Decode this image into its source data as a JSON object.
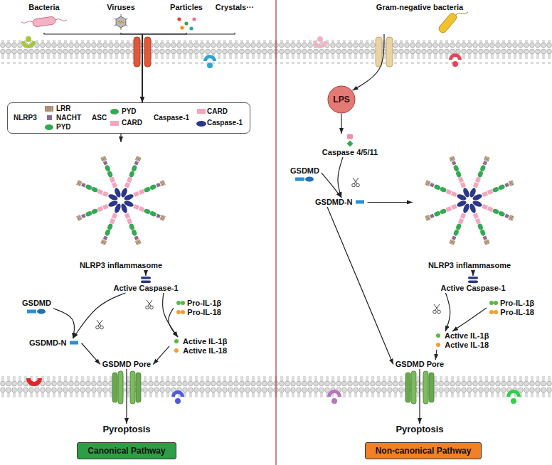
{
  "diagram": {
    "nodes": [
      {
        "text": [
          "Bacteria"
        ]
      },
      {
        "text": [
          "Viruses"
        ]
      },
      {
        "text": [
          "Particles"
        ]
      },
      {
        "text": [
          "Crystals···"
        ]
      },
      {
        "text": [
          "NLRP3",
          "LRR",
          "NACHT",
          "PYD",
          "ASC",
          "PYD",
          "CARD",
          "Caspase-1",
          "CARD",
          "Caspase-1"
        ]
      },
      {
        "text": [
          "NLRP3 inflammasome"
        ]
      },
      {
        "text": [
          "Active Caspase-1"
        ]
      },
      {
        "text": [
          "GSDMD"
        ]
      },
      {
        "text": [
          "Pro-IL-1β",
          "Pro-IL-18"
        ]
      },
      {
        "text": [
          "GSDMD-N"
        ]
      },
      {
        "text": [
          "Active IL-1β",
          "Active IL-18"
        ]
      },
      {
        "text": [
          "GSDMD Pore"
        ]
      },
      {
        "text": [
          "Pyroptosis"
        ]
      },
      {
        "text": [
          "Canonical Pathway"
        ]
      },
      {
        "text": [
          "Gram-negative bacteria"
        ]
      },
      {
        "text": [
          "LPS"
        ]
      },
      {
        "text": [
          "Caspase 4/5/11"
        ]
      },
      {
        "text": [
          "GSDMD"
        ]
      },
      {
        "text": [
          "GSDMD-N"
        ]
      },
      {
        "text": [
          "NLRP3 inflammasome"
        ]
      },
      {
        "text": [
          "Active Caspase-1"
        ]
      },
      {
        "text": [
          "Pro-IL-1β",
          "Pro-IL-18"
        ]
      },
      {
        "text": [
          "Active IL-1β",
          "Active IL-18"
        ]
      },
      {
        "text": [
          "GSDMD Pore"
        ]
      },
      {
        "text": [
          "Pyroptosis"
        ]
      },
      {
        "text": [
          "Non-canonical Pathway"
        ]
      }
    ],
    "edges": [
      {
        "from": 0,
        "to": 4,
        "arrow": "to"
      },
      {
        "from": 1,
        "to": 4,
        "arrow": "to"
      },
      {
        "from": 2,
        "to": 4,
        "arrow": "to"
      },
      {
        "from": 3,
        "to": 4,
        "arrow": "to"
      },
      {
        "from": 4,
        "to": 5,
        "arrow": "to"
      },
      {
        "from": 5,
        "to": 6,
        "arrow": "to"
      },
      {
        "from": 6,
        "to": 9,
        "arrow": "to"
      },
      {
        "from": 7,
        "to": 9,
        "arrow": "to"
      },
      {
        "from": 6,
        "to": 10,
        "arrow": "to"
      },
      {
        "from": 8,
        "to": 10,
        "arrow": "to"
      },
      {
        "from": 9,
        "to": 11,
        "arrow": "to"
      },
      {
        "from": 10,
        "to": 11,
        "arrow": "to"
      },
      {
        "from": 11,
        "to": 12,
        "arrow": "to"
      },
      {
        "from": 14,
        "to": 15,
        "arrow": "to"
      },
      {
        "from": 15,
        "to": 16,
        "arrow": "to"
      },
      {
        "from": 16,
        "to": 18,
        "arrow": "to"
      },
      {
        "from": 17,
        "to": 18,
        "arrow": "to"
      },
      {
        "from": 18,
        "to": 19,
        "arrow": "to"
      },
      {
        "from": 18,
        "to": 23,
        "arrow": "to"
      },
      {
        "from": 19,
        "to": 20,
        "arrow": "to"
      },
      {
        "from": 20,
        "to": 22,
        "arrow": "to"
      },
      {
        "from": 21,
        "to": 22,
        "arrow": "to"
      },
      {
        "from": 22,
        "to": 23,
        "arrow": "to"
      },
      {
        "from": 23,
        "to": 24,
        "arrow": "to"
      }
    ]
  }
}
